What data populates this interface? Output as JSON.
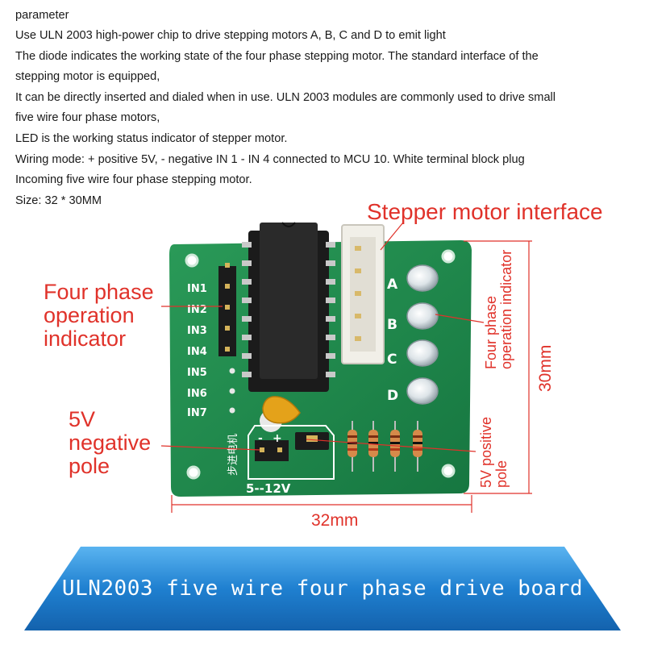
{
  "description": [
    "parameter",
    "Use ULN 2003 high-power chip to drive stepping motors A, B, C and D to emit light",
    "The diode indicates the working state of the four phase stepping motor. The standard interface of the",
    "stepping motor is equipped,",
    "It can be directly inserted and dialed when in use. ULN 2003 modules are commonly used to drive small",
    "five wire four phase motors,",
    "LED is the working status indicator of stepper motor.",
    "Wiring mode: + positive 5V, - negative IN 1 - IN 4 connected to MCU 10. White terminal block plug",
    "Incoming five wire four phase stepping motor.",
    "Size: 32 * 30MM"
  ],
  "callouts": {
    "stepper_interface": "Stepper motor interface",
    "four_phase_left": [
      "Four phase",
      "operation",
      "indicator"
    ],
    "negative_pole": [
      "5V",
      "negative",
      "pole"
    ],
    "four_phase_right": [
      "Four phase",
      "operation indicator"
    ],
    "positive_pole": [
      "5V positive",
      "pole"
    ],
    "height_dim": "30mm",
    "width_dim": "32mm"
  },
  "board": {
    "pins": [
      "IN1",
      "IN2",
      "IN3",
      "IN4",
      "IN5",
      "IN6",
      "IN7"
    ],
    "leds": [
      "A",
      "B",
      "C",
      "D"
    ],
    "power_label": "5--12V",
    "chinese_label": "步进电机",
    "plus": "+",
    "minus": "-"
  },
  "banner": {
    "title": "ULN2003 five wire four phase drive board"
  },
  "colors": {
    "accent_red": "#e0322a",
    "banner_blue": "#1a73c8",
    "pcb_green": "#1f8a4a"
  }
}
